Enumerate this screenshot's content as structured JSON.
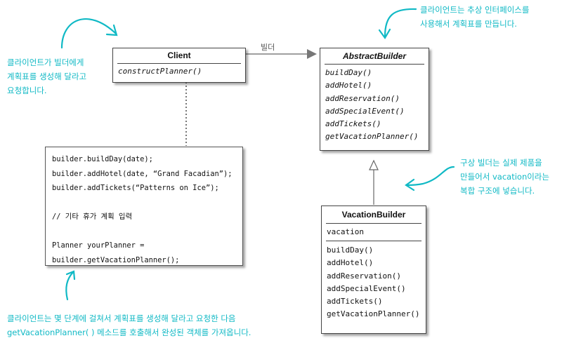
{
  "client": {
    "name": "Client",
    "methods": [
      "constructPlanner()"
    ]
  },
  "abstract_builder": {
    "name": "AbstractBuilder",
    "methods": [
      "buildDay()",
      "addHotel()",
      "addReservation()",
      "addSpecialEvent()",
      "addTickets()",
      "getVacationPlanner()"
    ]
  },
  "vacation_builder": {
    "name": "VacationBuilder",
    "fields": [
      "vacation"
    ],
    "methods": [
      "buildDay()",
      "addHotel()",
      "addReservation()",
      "addSpecialEvent()",
      "addTickets()",
      "getVacationPlanner()"
    ]
  },
  "relation_label": "빌더",
  "code_lines": [
    "builder.buildDay(date);",
    "builder.addHotel(date, “Grand Facadian”);",
    "builder.addTickets(“Patterns on Ice”);",
    "",
    "// 기타 휴가 계획 입력",
    "",
    "Planner yourPlanner =",
    "builder.getVacationPlanner();"
  ],
  "notes": {
    "top_left": [
      "클라이언트가 빌더에게",
      "계획표를 생성해 달라고",
      "요청합니다."
    ],
    "top_right": [
      "클라이언트는 추상 인터페이스를",
      "사용해서 계획표를 만듭니다."
    ],
    "middle_right": [
      "구상 빌더는 실제 제품을",
      "만들어서 vacation이라는",
      "복합 구조에 넣습니다."
    ],
    "bottom": [
      "클라이언트는 몇 단계에 걸쳐서 계획표를 생성해 달라고 요청한 다음",
      "getVacationPlanner( ) 메소드를 호출해서 완성된 객체를 가져옵니다."
    ]
  },
  "colors": {
    "accent": "#10b9c5",
    "line": "#444444"
  }
}
